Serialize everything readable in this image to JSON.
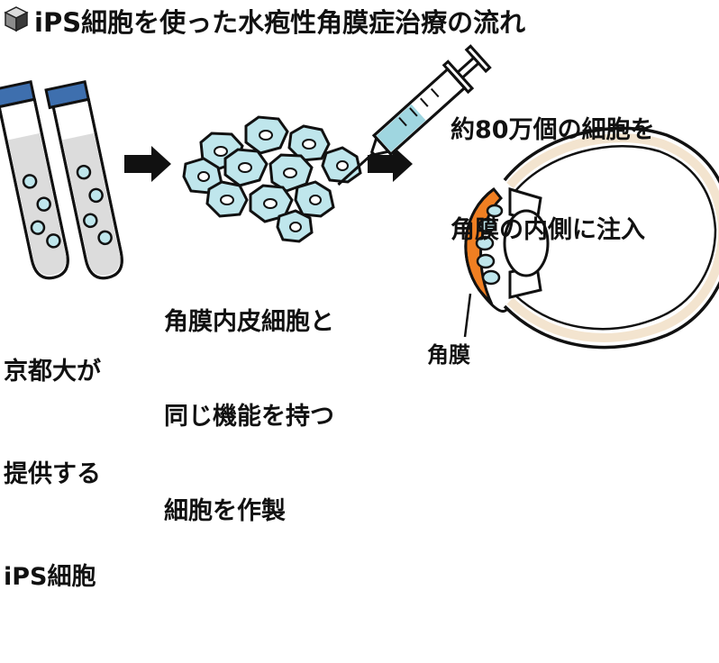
{
  "title": "iPS細胞を使った水疱性角膜症治療の流れ",
  "step1": {
    "lines": [
      "京都大が",
      "提供する",
      "iPS細胞"
    ]
  },
  "step2": {
    "lines": [
      "角膜内皮細胞と",
      "同じ機能を持つ",
      "細胞を作製"
    ]
  },
  "step3": {
    "lines": [
      "約80万個の細胞を",
      "角膜の内側に注入"
    ]
  },
  "cornea_label": "角膜",
  "colors": {
    "cornea": "#f07f22",
    "cell_fill": "#bfe6ec",
    "syringe_fluid": "#9fd6e0",
    "tube_cap": "#3e6fae",
    "tube_liquid": "#dcdcdc",
    "eye_rim": "#f3e4cf"
  }
}
